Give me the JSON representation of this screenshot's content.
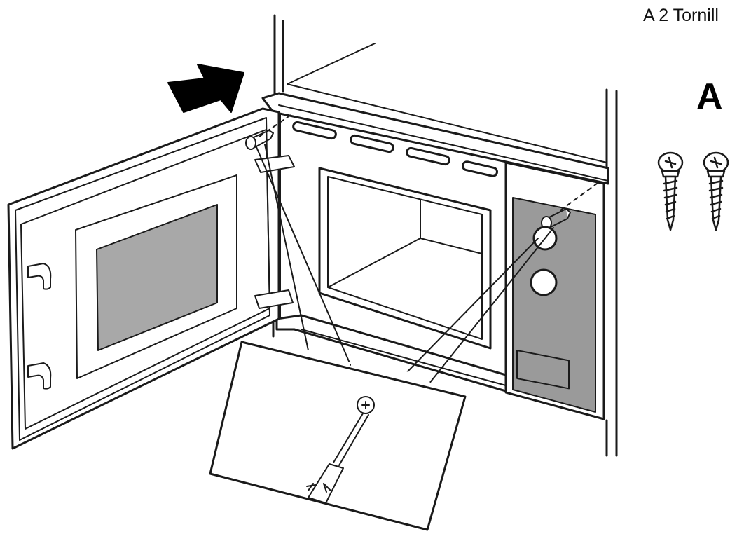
{
  "caption": "A 2 Tornill",
  "part_label": "A",
  "screw_count": 2,
  "colors": {
    "line": "#1a1a1a",
    "panel_gray": "#9a9a9a",
    "window_gray": "#a8a8a8",
    "background": "#ffffff"
  },
  "icons": [
    "push-arrow-icon",
    "screw-icon",
    "screwdriver-icon",
    "control-knob-icon"
  ]
}
